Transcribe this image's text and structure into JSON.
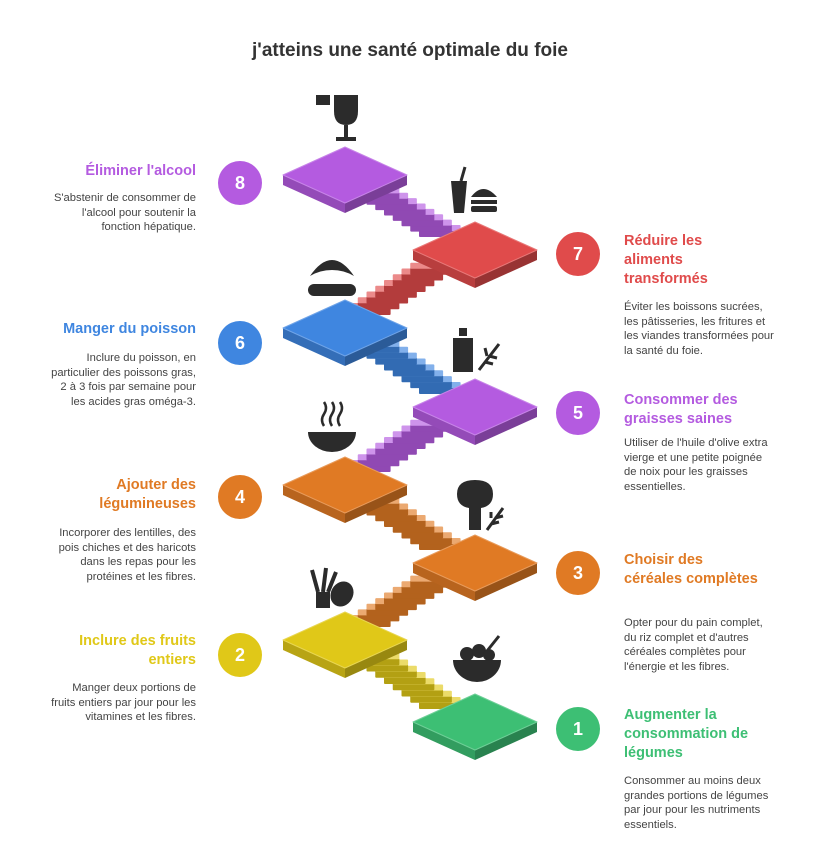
{
  "title": "j'atteins une santé optimale du foie",
  "steps": [
    {
      "number": "1",
      "title": "Augmenter la\nconsommation de\nlégumes",
      "description": "Consommer au moins deux grandes portions de légumes par jour pour les nutriments essentiels.",
      "color": "#3dbf74",
      "icon": "salad-bowl-icon"
    },
    {
      "number": "2",
      "title": "Inclure des fruits\nentiers",
      "description": "Manger deux portions de fruits entiers par jour pour les vitamines et les fibres.",
      "color": "#e0c818",
      "icon": "fruit-icon"
    },
    {
      "number": "3",
      "title": "Choisir des\ncéréales complètes",
      "description": "Opter pour du pain complet, du riz complet et d'autres céréales complètes pour l'énergie et les fibres.",
      "color": "#e07a24",
      "icon": "grain-icon"
    },
    {
      "number": "4",
      "title": "Ajouter des\nlégumineuses",
      "description": "Incorporer des lentilles, des pois chiches et des haricots dans les repas pour les protéines et les fibres.",
      "color": "#e07a24",
      "icon": "soup-bowl-icon"
    },
    {
      "number": "5",
      "title": "Consommer des\ngraisses saines",
      "description": "Utiliser de l'huile d'olive extra vierge et une petite poignée de noix pour les graisses essentielles.",
      "color": "#b45be0",
      "icon": "olive-oil-icon"
    },
    {
      "number": "6",
      "title": "Manger du poisson",
      "description": "Inclure du poisson, en particulier des poissons gras, 2 à 3 fois par semaine pour les acides gras oméga-3.",
      "color": "#3f86e0",
      "icon": "croissant-bread-icon"
    },
    {
      "number": "7",
      "title": "Réduire les\naliments\ntransformés",
      "description": "Éviter les boissons sucrées, les pâtisseries, les fritures et les viandes transformées pour la santé du foie.",
      "color": "#e04b4b",
      "icon": "fast-food-icon"
    },
    {
      "number": "8",
      "title": "Éliminer l'alcool",
      "description": "S'abstenir de consommer de l'alcool pour soutenir la fonction hépatique.",
      "color": "#b45be0",
      "icon": "wine-glass-icon"
    }
  ]
}
